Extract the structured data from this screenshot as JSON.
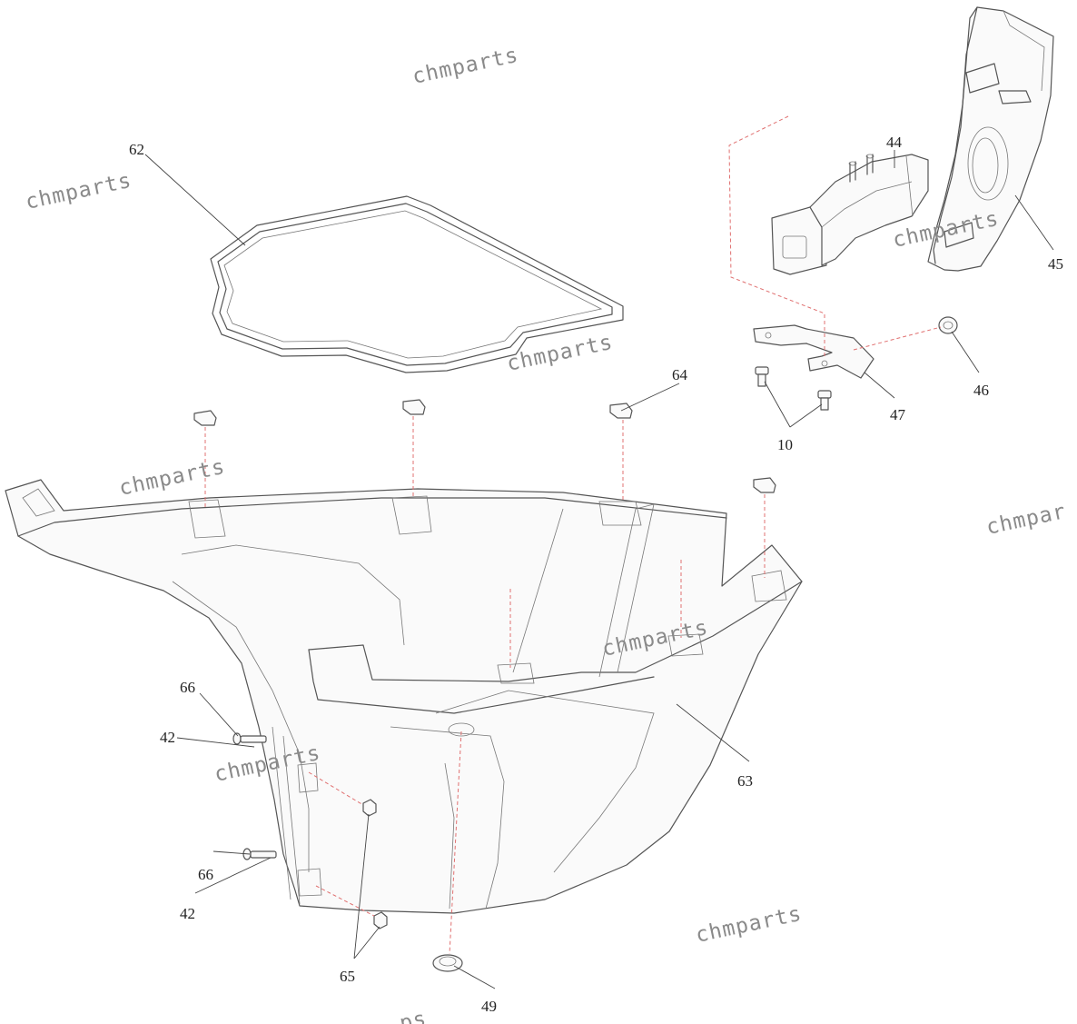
{
  "callouts": {
    "c62": "62",
    "c44": "44",
    "c45": "45",
    "c46": "46",
    "c47": "47",
    "c10": "10",
    "c64": "64",
    "c63": "63",
    "c66a": "66",
    "c42a": "42",
    "c66b": "66",
    "c42b": "42",
    "c65": "65",
    "c49": "49"
  },
  "watermark": {
    "text": "chmparts",
    "partial": "chmpar",
    "bottom_fragment": "ps"
  },
  "colors": {
    "line": "#555555",
    "assembly_dash": "#e07070",
    "watermark": "#8a8a8a"
  }
}
